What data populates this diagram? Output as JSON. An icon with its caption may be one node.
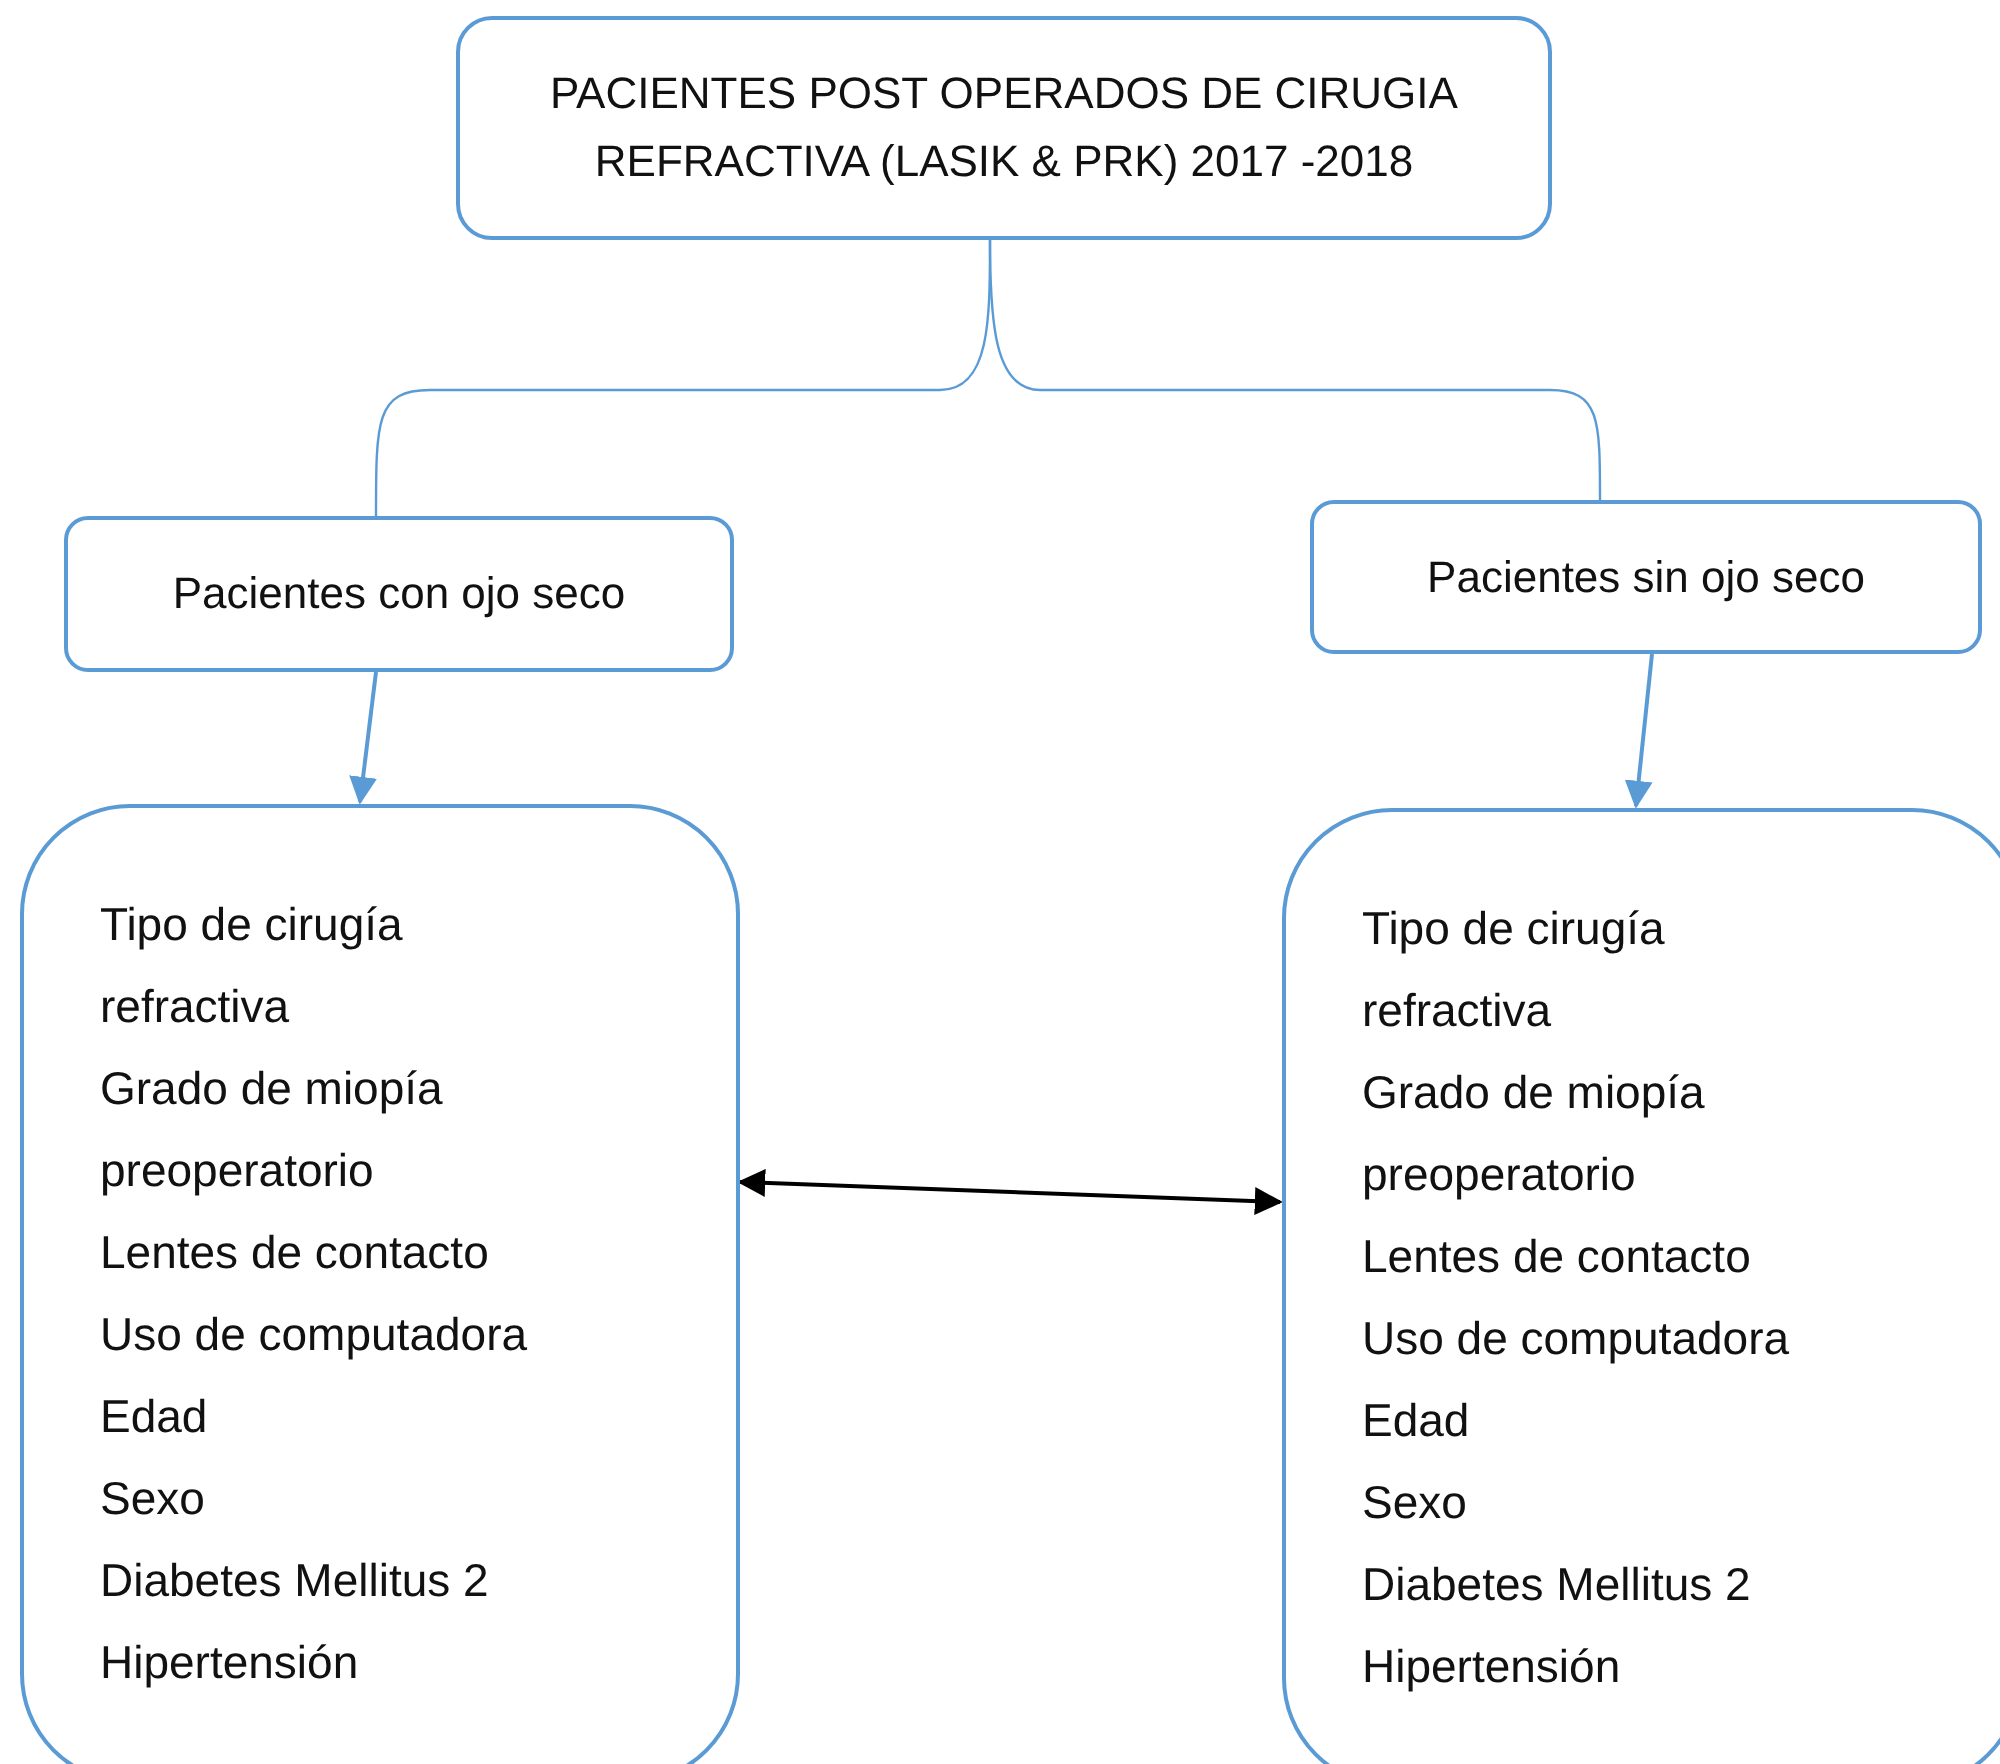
{
  "diagram": {
    "nodes": [
      {
        "text": [
          "PACIENTES POST OPERADOS DE CIRUGIA REFRACTIVA (LASIK & PRK) 2017 -2018"
        ]
      },
      {
        "text": [
          "Pacientes con ojo seco"
        ]
      },
      {
        "text": [
          "Pacientes sin ojo seco"
        ]
      },
      {
        "text": [
          "Tipo de cirugía refractiva",
          "Grado de miopía preoperatorio",
          "Lentes de contacto",
          "Uso de computadora",
          "Edad",
          "Sexo",
          "Diabetes Mellitus 2",
          "Hipertensión"
        ]
      },
      {
        "text": [
          "Tipo de cirugía refractiva",
          "Grado de miopía preoperatorio",
          "Lentes de contacto",
          "Uso de computadora",
          "Edad",
          "Sexo",
          "Diabetes Mellitus 2",
          "Hipertensión"
        ]
      }
    ],
    "edges": [
      {
        "from": 0,
        "to": 1,
        "arrow": "none"
      },
      {
        "from": 0,
        "to": 2,
        "arrow": "none"
      },
      {
        "from": 1,
        "to": 3,
        "arrow": "to"
      },
      {
        "from": 2,
        "to": 4,
        "arrow": "to"
      },
      {
        "from": 3,
        "to": 4,
        "arrow": "both",
        "color": "#000000"
      }
    ]
  }
}
